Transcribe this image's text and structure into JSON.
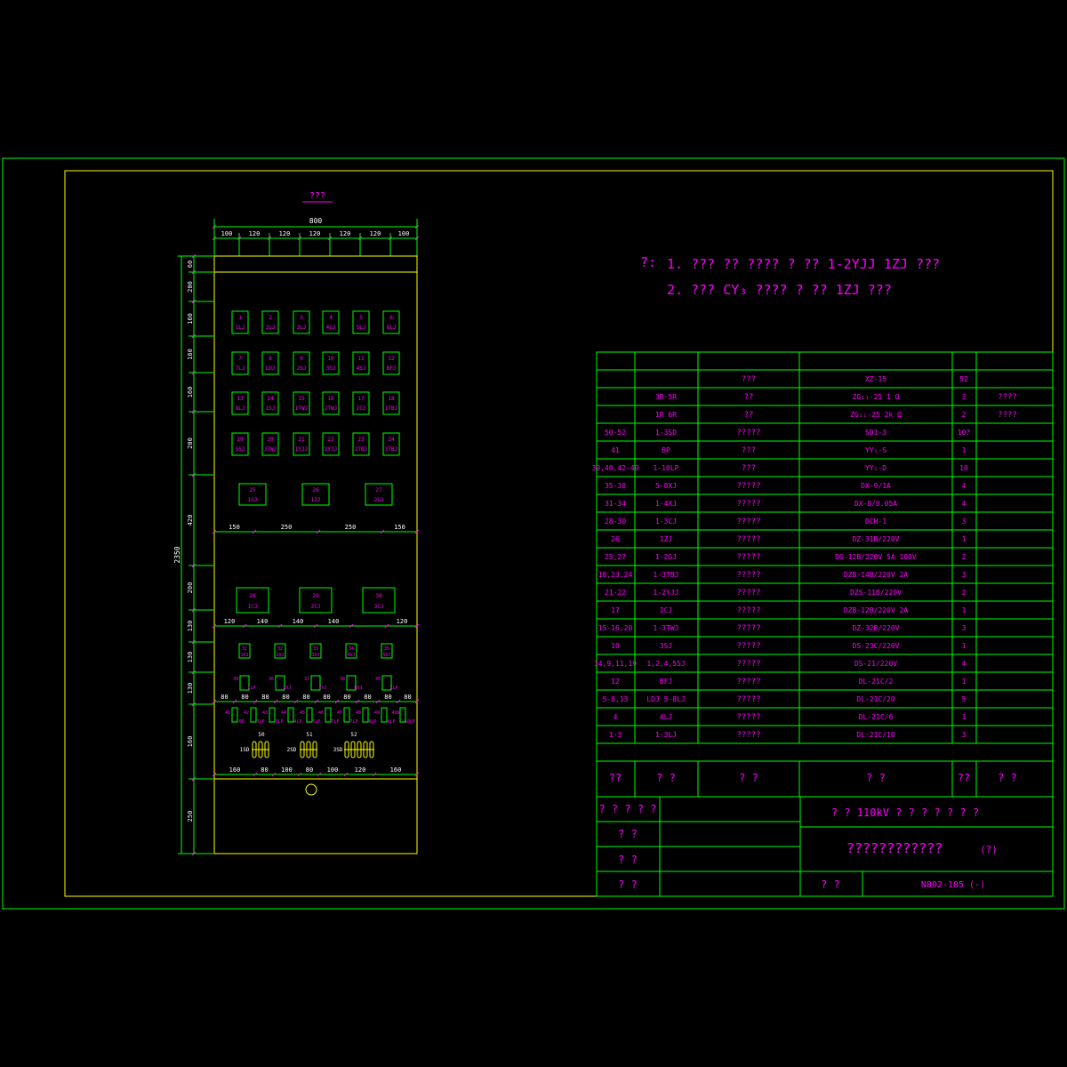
{
  "colors": {
    "green": "#00ff00",
    "yellow": "#ffff00",
    "magenta": "#ff00ff",
    "white": "#ffffff",
    "background": "#000000"
  },
  "elevation": {
    "title": "???",
    "width_total": "800",
    "top_dims": [
      "100",
      "120",
      "120",
      "120",
      "120",
      "120",
      "100"
    ],
    "left_dims": [
      "60",
      "200",
      "160",
      "160",
      "160",
      "200",
      "420",
      "200",
      "130",
      "130",
      "130",
      "160",
      "250"
    ],
    "left_total": "2350",
    "row_dims_a": [
      "150",
      "250",
      "250",
      "150"
    ],
    "row_dims_b": [
      "120",
      "140",
      "140",
      "140",
      "120"
    ],
    "row_dims_c": [
      "80",
      "80",
      "80",
      "80",
      "80",
      "80",
      "80",
      "80",
      "80",
      "80"
    ],
    "row_dims_d": [
      "160",
      "80",
      "100",
      "80",
      "100",
      "120",
      "160"
    ],
    "relays_rows": [
      [
        {
          "n": "1",
          "t": "1LJ"
        },
        {
          "n": "2",
          "t": "2LJ"
        },
        {
          "n": "3",
          "t": "3LJ"
        },
        {
          "n": "4",
          "t": "4LJ"
        },
        {
          "n": "5",
          "t": "5LJ"
        },
        {
          "n": "6",
          "t": "6LJ"
        }
      ],
      [
        {
          "n": "7",
          "t": "7LJ"
        },
        {
          "n": "8",
          "t": "LDJ"
        },
        {
          "n": "9",
          "t": "2SJ"
        },
        {
          "n": "10",
          "t": "3SJ"
        },
        {
          "n": "11",
          "t": "4SJ"
        },
        {
          "n": "12",
          "t": "BFJ"
        }
      ],
      [
        {
          "n": "13",
          "t": "8LJ"
        },
        {
          "n": "14",
          "t": "1SJ"
        },
        {
          "n": "15",
          "t": "1TWJ"
        },
        {
          "n": "16",
          "t": "2TWJ"
        },
        {
          "n": "17",
          "t": "ICJ"
        },
        {
          "n": "18",
          "t": "1TBJ"
        }
      ],
      [
        {
          "n": "19",
          "t": "5SJ"
        },
        {
          "n": "20",
          "t": "3TWJ"
        },
        {
          "n": "21",
          "t": "1YJJ"
        },
        {
          "n": "22",
          "t": "2YJJ"
        },
        {
          "n": "23",
          "t": "2TBJ"
        },
        {
          "n": "24",
          "t": "3TBJ"
        }
      ]
    ],
    "mid_row": [
      {
        "n": "25",
        "t": "1GJ"
      },
      {
        "n": "26",
        "t": "1ZJ"
      },
      {
        "n": "27",
        "t": "2GJ"
      }
    ],
    "big_row": [
      {
        "n": "28",
        "t": "1CJ"
      },
      {
        "n": "29",
        "t": "2CJ"
      },
      {
        "n": "30",
        "t": "3CJ"
      }
    ],
    "small_row": [
      {
        "n": "31",
        "t": "1XJ"
      },
      {
        "n": "32",
        "t": "2XJ"
      },
      {
        "n": "33",
        "t": "3XJ"
      },
      {
        "n": "34",
        "t": "4XJ"
      },
      {
        "n": "35",
        "t": "5XJ"
      }
    ],
    "lp_row": [
      {
        "n": "39",
        "t": "1LP"
      },
      {
        "n": "36",
        "t": "2XJ"
      },
      {
        "n": "37",
        "t": "7XJ"
      },
      {
        "n": "38",
        "t": "8XJ"
      },
      {
        "n": "40",
        "t": "2LP"
      }
    ],
    "lp_row2": [
      {
        "n": "41",
        "t": "BP"
      },
      {
        "n": "42",
        "t": "3LP"
      },
      {
        "n": "43",
        "t": "3LP"
      },
      {
        "n": "44",
        "t": "4LP"
      },
      {
        "n": "45",
        "t": "5LP"
      },
      {
        "n": "46",
        "t": "7LP"
      },
      {
        "n": "47",
        "t": "7LP"
      },
      {
        "n": "48",
        "t": "8LP"
      },
      {
        "n": "49",
        "t": "9LP"
      },
      {
        "n": "49b",
        "t": "10LP"
      }
    ],
    "terminal_groups": [
      {
        "lbl": "1SD",
        "n": "50"
      },
      {
        "lbl": "2SD",
        "n": "51"
      },
      {
        "lbl": "3SD",
        "n": "52"
      }
    ]
  },
  "notes": {
    "prefix": "?:",
    "line1": "1. ??? ?? ???? ? ?? 1-2YJJ 1ZJ ???",
    "line2": "2. ??? CY₃ ???? ? ?? 1ZJ ???"
  },
  "table": {
    "rows": [
      [
        "",
        "",
        "???",
        "XZ-15",
        "52",
        ""
      ],
      [
        "",
        "3R-5R",
        "??",
        "ZG₁₁-25  1 Ω",
        "3",
        "????"
      ],
      [
        "",
        "1R 6R",
        "??",
        "ZG₁₁-25  2k Ω",
        "2",
        "????"
      ],
      [
        "50-52",
        "1-3SD",
        "?????",
        "SD1-3",
        "10?",
        ""
      ],
      [
        "41",
        "BP",
        "???",
        "YY₁-S",
        "1",
        ""
      ],
      [
        "39,40,42-49",
        "1-10LP",
        "???",
        "YY₁-D",
        "10",
        ""
      ],
      [
        "35-38",
        "5-8XJ",
        "?????",
        "DX-9/1A",
        "4",
        ""
      ],
      [
        "31-34",
        "1-4XJ",
        "?????",
        "DX-8/0.05A",
        "4",
        ""
      ],
      [
        "28-30",
        "1-3CJ",
        "?????",
        "DCH-1",
        "3",
        ""
      ],
      [
        "26",
        "1ZJ",
        "?????",
        "DZ-31B/220V",
        "1",
        ""
      ],
      [
        "25,27",
        "1-2GJ",
        "?????",
        "DG-12B/220V 5A 100V",
        "2",
        ""
      ],
      [
        "18,23,24",
        "1-3TBJ",
        "?????",
        "DZB-14B/220V 2A",
        "3",
        ""
      ],
      [
        "21-22",
        "1-2YJJ",
        "?????",
        "DZS-11B/220V",
        "2",
        ""
      ],
      [
        "17",
        "ICJ",
        "?????",
        "DZB-12B/220V 2A",
        "1",
        ""
      ],
      [
        "15-16,20",
        "1-3TWJ",
        "?????",
        "DZ-32B/220V",
        "3",
        ""
      ],
      [
        "10",
        "3SJ",
        "?????",
        "DS-23C/220V",
        "1",
        ""
      ],
      [
        "14,9,11,19",
        "1,2,4,5SJ",
        "?????",
        "DS-21/220V",
        "4",
        ""
      ],
      [
        "12",
        "BFJ",
        "?????",
        "DL-21C/2",
        "1",
        ""
      ],
      [
        "5-8,13",
        "LDJ 5-8LJ",
        "?????",
        "DL-21C/20",
        "5",
        ""
      ],
      [
        "4",
        "4LJ",
        "?????",
        "DL-21C/6",
        "1",
        ""
      ],
      [
        "1-3",
        "1-3LJ",
        "?????",
        "DL-21C/10",
        "3",
        ""
      ]
    ],
    "header": [
      "??",
      "?  ?",
      "?    ?",
      "?            ?",
      "??",
      "?   ?"
    ]
  },
  "title_block": {
    "left_rows": [
      "? ? ? ? ?",
      "?      ?",
      "?      ?",
      "?      ?"
    ],
    "project": "? ?   110kV ? ? ? ? ? ? ?",
    "drawing_name": "????????????",
    "drawing_suffix": "(?)",
    "number_label": "?      ?",
    "number": "N802-105 (-)"
  }
}
